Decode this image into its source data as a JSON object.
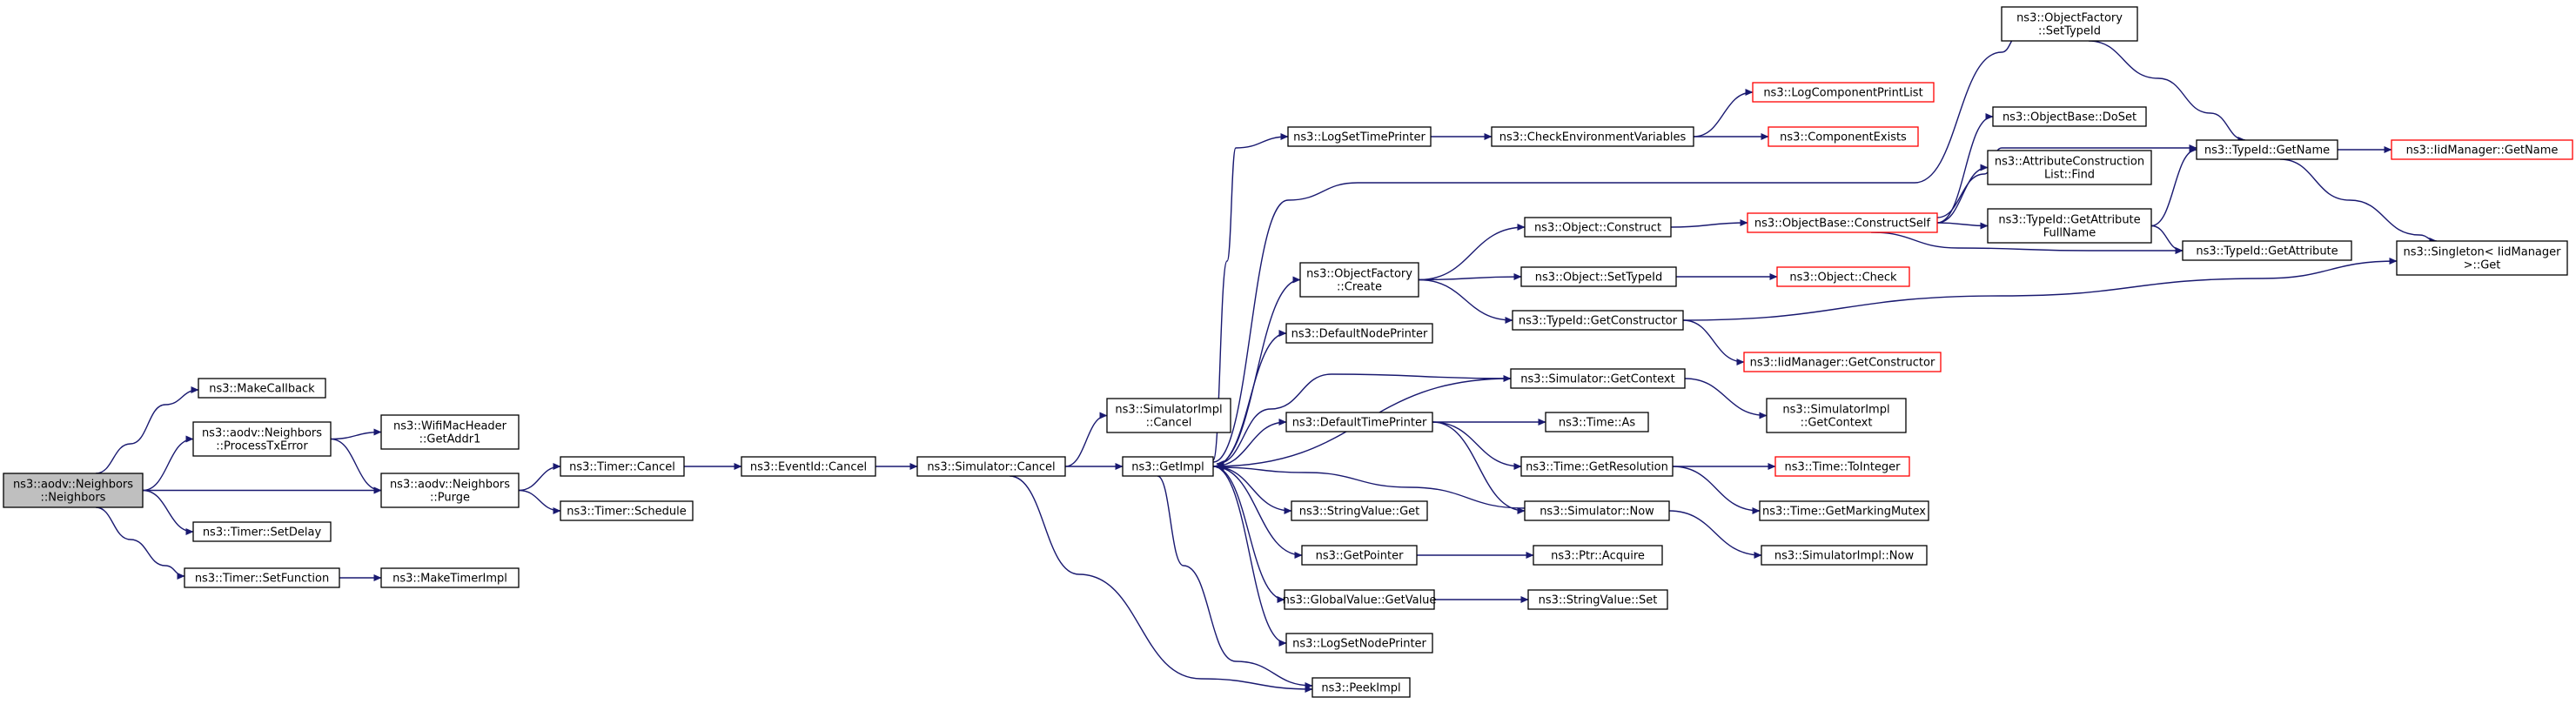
{
  "graph": {
    "kind": "call-graph",
    "colors": {
      "edge": "#191970",
      "node_border": "#000000",
      "missing_border": "#ff0000",
      "root_fill": "#bfbfbf"
    },
    "nodes": [
      {
        "id": "root",
        "lines": [
          "ns3::aodv::Neighbors",
          "::Neighbors"
        ],
        "style": "root"
      },
      {
        "id": "makecallback",
        "lines": [
          "ns3::MakeCallback"
        ]
      },
      {
        "id": "processtxerror",
        "lines": [
          "ns3::aodv::Neighbors",
          "::ProcessTxError"
        ]
      },
      {
        "id": "purge",
        "lines": [
          "ns3::aodv::Neighbors",
          "::Purge"
        ]
      },
      {
        "id": "setdelay",
        "lines": [
          "ns3::Timer::SetDelay"
        ]
      },
      {
        "id": "setfunction",
        "lines": [
          "ns3::Timer::SetFunction"
        ]
      },
      {
        "id": "getaddr1",
        "lines": [
          "ns3::WifiMacHeader",
          "::GetAddr1"
        ]
      },
      {
        "id": "maketimerimpl",
        "lines": [
          "ns3::MakeTimerImpl"
        ]
      },
      {
        "id": "timercancel",
        "lines": [
          "ns3::Timer::Cancel"
        ]
      },
      {
        "id": "timerschedule",
        "lines": [
          "ns3::Timer::Schedule"
        ]
      },
      {
        "id": "eventidcancel",
        "lines": [
          "ns3::EventId::Cancel"
        ]
      },
      {
        "id": "simcancel",
        "lines": [
          "ns3::Simulator::Cancel"
        ]
      },
      {
        "id": "simimplcancel",
        "lines": [
          "ns3::SimulatorImpl",
          "::Cancel"
        ]
      },
      {
        "id": "getimpl",
        "lines": [
          "ns3::GetImpl"
        ]
      },
      {
        "id": "logsettimeprinter",
        "lines": [
          "ns3::LogSetTimePrinter"
        ]
      },
      {
        "id": "objfactorycreate",
        "lines": [
          "ns3::ObjectFactory",
          "::Create"
        ]
      },
      {
        "id": "defaultnodeprinter",
        "lines": [
          "ns3::DefaultNodePrinter"
        ]
      },
      {
        "id": "defaulttimeprinter",
        "lines": [
          "ns3::DefaultTimePrinter"
        ]
      },
      {
        "id": "stringvalueget",
        "lines": [
          "ns3::StringValue::Get"
        ]
      },
      {
        "id": "getpointer",
        "lines": [
          "ns3::GetPointer"
        ]
      },
      {
        "id": "globalvaluegetvalue",
        "lines": [
          "ns3::GlobalValue::GetValue"
        ]
      },
      {
        "id": "logsetnodeprinter",
        "lines": [
          "ns3::LogSetNodePrinter"
        ]
      },
      {
        "id": "peekimpl",
        "lines": [
          "ns3::PeekImpl"
        ]
      },
      {
        "id": "checkenvvars",
        "lines": [
          "ns3::CheckEnvironmentVariables"
        ]
      },
      {
        "id": "objectconstruct",
        "lines": [
          "ns3::Object::Construct"
        ]
      },
      {
        "id": "objectsettypeid",
        "lines": [
          "ns3::Object::SetTypeId"
        ]
      },
      {
        "id": "typeidgetconstructor",
        "lines": [
          "ns3::TypeId::GetConstructor"
        ]
      },
      {
        "id": "simgetcontext",
        "lines": [
          "ns3::Simulator::GetContext"
        ]
      },
      {
        "id": "timeas",
        "lines": [
          "ns3::Time::As"
        ]
      },
      {
        "id": "timegetresolution",
        "lines": [
          "ns3::Time::GetResolution"
        ]
      },
      {
        "id": "simnow",
        "lines": [
          "ns3::Simulator::Now"
        ]
      },
      {
        "id": "ptracquire",
        "lines": [
          "ns3::Ptr::Acquire"
        ]
      },
      {
        "id": "stringvalueset",
        "lines": [
          "ns3::StringValue::Set"
        ]
      },
      {
        "id": "logcompprintlist",
        "lines": [
          "ns3::LogComponentPrintList"
        ],
        "style": "missing"
      },
      {
        "id": "componentexists",
        "lines": [
          "ns3::ComponentExists"
        ],
        "style": "missing"
      },
      {
        "id": "objbaseconstructself",
        "lines": [
          "ns3::ObjectBase::ConstructSelf"
        ],
        "style": "missing"
      },
      {
        "id": "objectcheck",
        "lines": [
          "ns3::Object::Check"
        ],
        "style": "missing"
      },
      {
        "id": "iidmanagergetconstructor",
        "lines": [
          "ns3::IidManager::GetConstructor"
        ],
        "style": "missing"
      },
      {
        "id": "simimplgetcontext",
        "lines": [
          "ns3::SimulatorImpl",
          "::GetContext"
        ]
      },
      {
        "id": "timetointeger",
        "lines": [
          "ns3::Time::ToInteger"
        ],
        "style": "missing"
      },
      {
        "id": "timegetmarkingmutex",
        "lines": [
          "ns3::Time::GetMarkingMutex"
        ]
      },
      {
        "id": "simimplnow",
        "lines": [
          "ns3::SimulatorImpl::Now"
        ]
      },
      {
        "id": "objfactorysettypeid",
        "lines": [
          "ns3::ObjectFactory",
          "::SetTypeId"
        ]
      },
      {
        "id": "objbasedoset",
        "lines": [
          "ns3::ObjectBase::DoSet"
        ]
      },
      {
        "id": "attrconstructionlistfind",
        "lines": [
          "ns3::AttributeConstruction",
          "List::Find"
        ]
      },
      {
        "id": "typeidgetattrfullname",
        "lines": [
          "ns3::TypeId::GetAttribute",
          "FullName"
        ]
      },
      {
        "id": "typeidgetname",
        "lines": [
          "ns3::TypeId::GetName"
        ]
      },
      {
        "id": "typeidgetattribute",
        "lines": [
          "ns3::TypeId::GetAttribute"
        ]
      },
      {
        "id": "iidmanagergetname",
        "lines": [
          "ns3::IidManager::GetName"
        ],
        "style": "missing"
      },
      {
        "id": "singletonget",
        "lines": [
          "ns3::Singleton< IidManager",
          ">::Get"
        ]
      }
    ],
    "edges": [
      [
        "root",
        "makecallback"
      ],
      [
        "root",
        "processtxerror"
      ],
      [
        "root",
        "purge"
      ],
      [
        "root",
        "setdelay"
      ],
      [
        "root",
        "setfunction"
      ],
      [
        "processtxerror",
        "getaddr1"
      ],
      [
        "processtxerror",
        "purge"
      ],
      [
        "setfunction",
        "maketimerimpl"
      ],
      [
        "purge",
        "timercancel"
      ],
      [
        "purge",
        "timerschedule"
      ],
      [
        "timercancel",
        "eventidcancel"
      ],
      [
        "eventidcancel",
        "simcancel"
      ],
      [
        "simcancel",
        "simimplcancel"
      ],
      [
        "simcancel",
        "getimpl"
      ],
      [
        "simcancel",
        "peekimpl"
      ],
      [
        "getimpl",
        "logsettimeprinter"
      ],
      [
        "getimpl",
        "objfactorycreate"
      ],
      [
        "getimpl",
        "defaultnodeprinter"
      ],
      [
        "getimpl",
        "defaulttimeprinter"
      ],
      [
        "getimpl",
        "stringvalueget"
      ],
      [
        "getimpl",
        "getpointer"
      ],
      [
        "getimpl",
        "globalvaluegetvalue"
      ],
      [
        "getimpl",
        "logsetnodeprinter"
      ],
      [
        "getimpl",
        "peekimpl"
      ],
      [
        "getimpl",
        "objfactorysettypeid"
      ],
      [
        "getimpl",
        "simgetcontext"
      ],
      [
        "logsettimeprinter",
        "checkenvvars"
      ],
      [
        "checkenvvars",
        "logcompprintlist"
      ],
      [
        "checkenvvars",
        "componentexists"
      ],
      [
        "objfactorycreate",
        "objectconstruct"
      ],
      [
        "objfactorycreate",
        "objectsettypeid"
      ],
      [
        "objfactorycreate",
        "typeidgetconstructor"
      ],
      [
        "objectconstruct",
        "objbaseconstructself"
      ],
      [
        "objectsettypeid",
        "objectcheck"
      ],
      [
        "typeidgetconstructor",
        "iidmanagergetconstructor"
      ],
      [
        "typeidgetconstructor",
        "singletonget"
      ],
      [
        "simgetcontext",
        "getimpl"
      ],
      [
        "simgetcontext",
        "simimplgetcontext"
      ],
      [
        "defaulttimeprinter",
        "timeas"
      ],
      [
        "defaulttimeprinter",
        "timegetresolution"
      ],
      [
        "defaulttimeprinter",
        "simnow"
      ],
      [
        "timegetresolution",
        "timetointeger"
      ],
      [
        "timegetresolution",
        "timegetmarkingmutex"
      ],
      [
        "simnow",
        "getimpl"
      ],
      [
        "simnow",
        "simimplnow"
      ],
      [
        "getpointer",
        "ptracquire"
      ],
      [
        "globalvaluegetvalue",
        "stringvalueset"
      ],
      [
        "objbaseconstructself",
        "objbasedoset"
      ],
      [
        "objbaseconstructself",
        "attrconstructionlistfind"
      ],
      [
        "objbaseconstructself",
        "typeidgetattrfullname"
      ],
      [
        "objbaseconstructself",
        "typeidgetname"
      ],
      [
        "objbaseconstructself",
        "typeidgetattribute"
      ],
      [
        "objfactorysettypeid",
        "typeidgetname"
      ],
      [
        "typeidgetattrfullname",
        "typeidgetname"
      ],
      [
        "typeidgetattrfullname",
        "typeidgetattribute"
      ],
      [
        "typeidgetname",
        "iidmanagergetname"
      ],
      [
        "typeidgetname",
        "singletonget"
      ]
    ]
  }
}
